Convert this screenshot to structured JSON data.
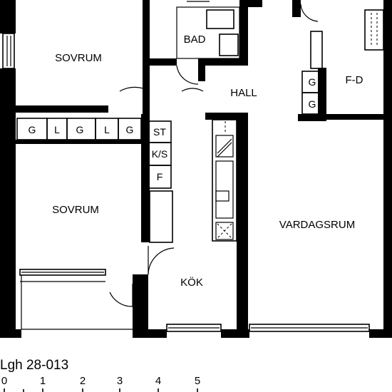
{
  "rooms": {
    "bedroom_upper": "SOVRUM",
    "bedroom_lower": "SOVRUM",
    "bathroom": "BAD",
    "hall": "HALL",
    "kitchen": "KÖK",
    "living_room": "VARDAGSRUM",
    "storage": "F-D"
  },
  "cabinets": {
    "wardrobe_row": [
      "G",
      "L",
      "G",
      "L",
      "G"
    ],
    "hall_stack": [
      "ST",
      "K/S",
      "F"
    ],
    "storage_stack": [
      "G",
      "G"
    ]
  },
  "apartment_id": "Lgh 28-013",
  "scale_bar": {
    "ticks": [
      "0",
      "1",
      "2",
      "3",
      "4",
      "5"
    ]
  }
}
